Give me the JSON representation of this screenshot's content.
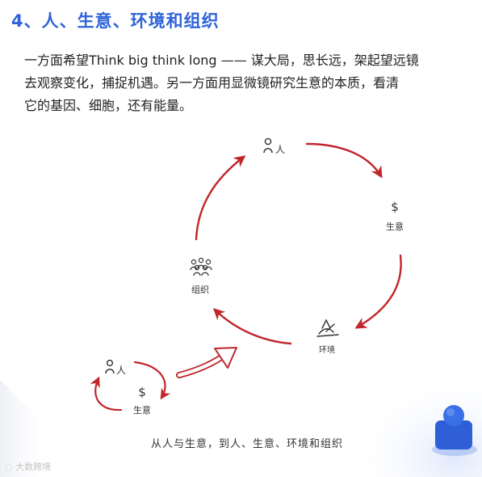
{
  "heading": "4、人、生意、环境和组织",
  "paragraph": {
    "line1": "一方面希望Think big think long —— 谋大局，思长远，架起望远镜",
    "line2": "去观察变化，捕捉机遇。另一方面用显微镜研究生意的本质，看清",
    "line3": "它的基因、细胞，还有能量。"
  },
  "diagram": {
    "person": "人",
    "business_symbol": "$",
    "business": "生意",
    "environment": "环境",
    "organization": "组织",
    "small_person": "人",
    "small_business_symbol": "$",
    "small_business": "生意"
  },
  "caption": "从人与生意，到人、生意、环境和组织",
  "watermark": "大数跨境",
  "colors": {
    "heading": "#2f63d9",
    "arrow": "#c0262c",
    "pin": "#2e5fd6"
  },
  "icons": [
    "person-icon",
    "dollar-icon",
    "group-icon",
    "landscape-icon",
    "map-pin-icon"
  ]
}
